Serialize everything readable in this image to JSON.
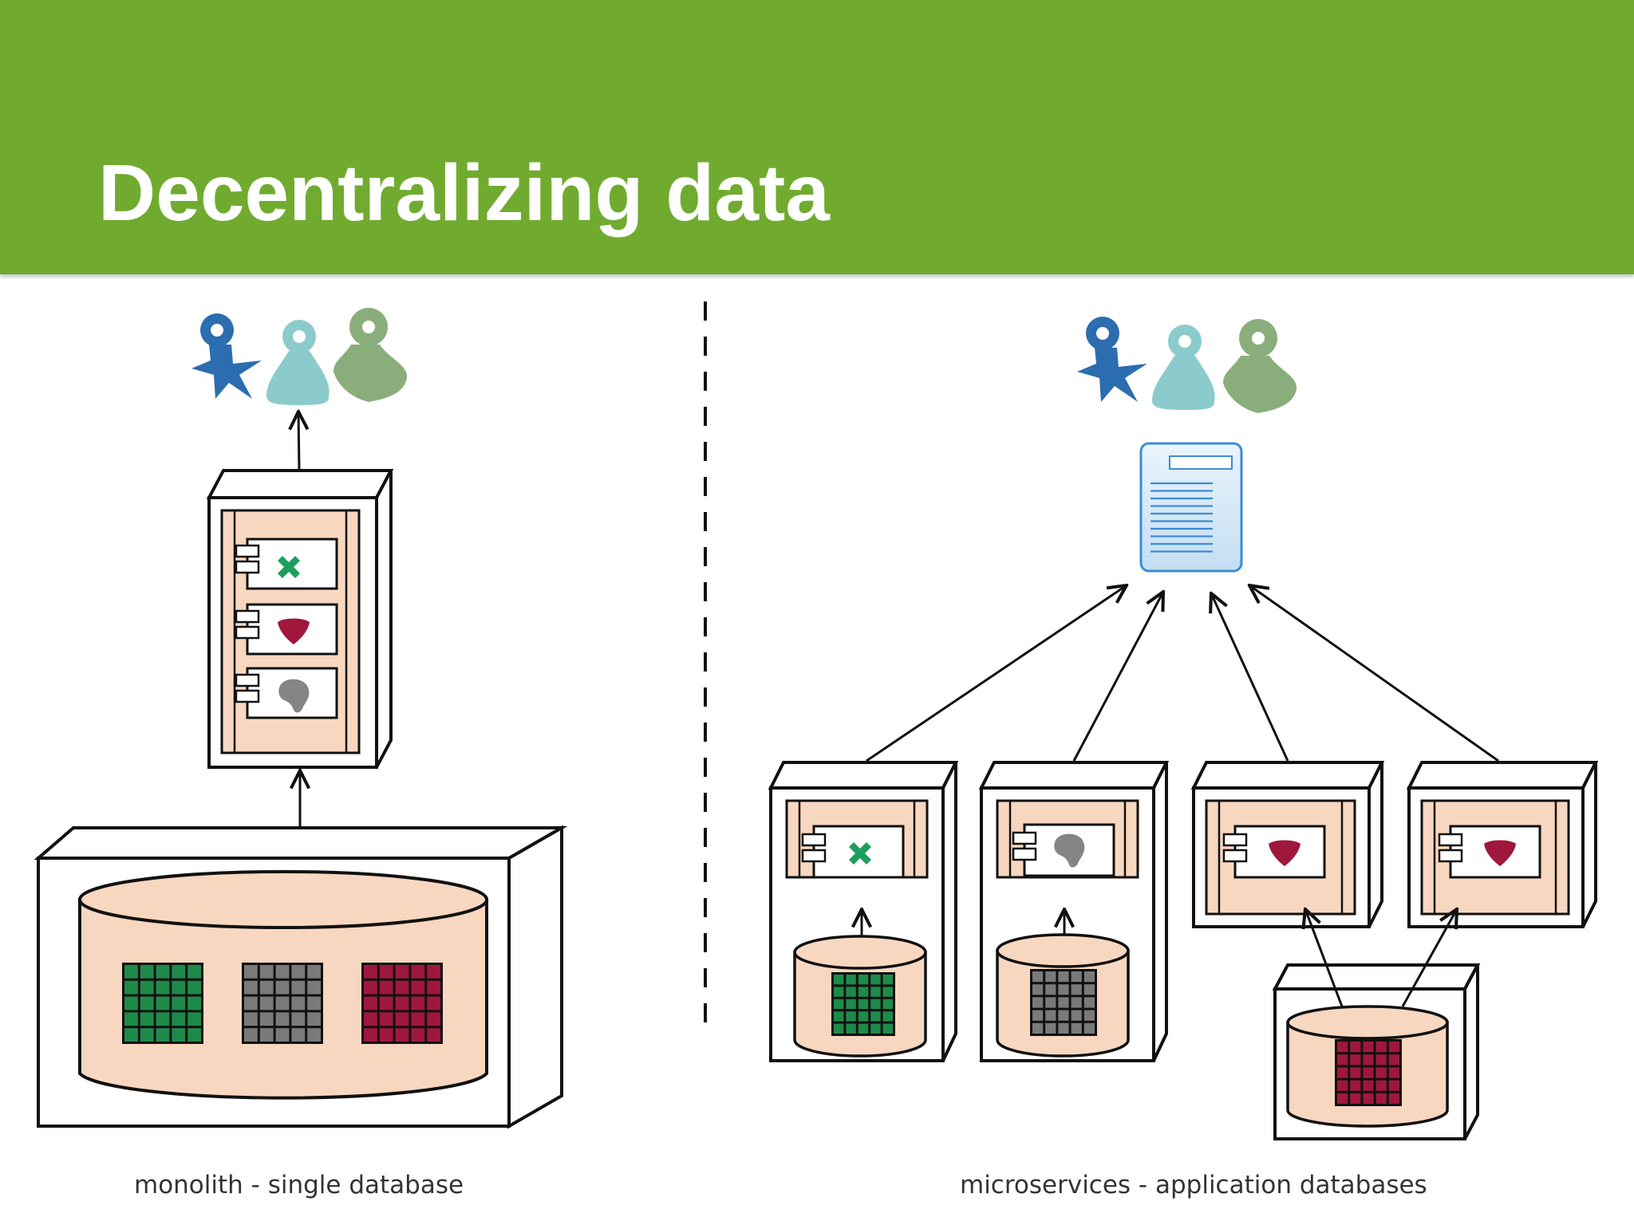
{
  "slide": {
    "title": "Decentralizing data",
    "captions": {
      "left": "monolith - single database",
      "right": "microservices - application databases"
    }
  },
  "icons": {
    "users": [
      "user-blue-icon",
      "user-teal-icon",
      "user-green-icon"
    ],
    "component": "component-icon",
    "module_symbols": [
      "cross-icon",
      "heart-icon",
      "blob-icon"
    ],
    "document": "document-icon",
    "data_grid": "data-grid-icon"
  },
  "colors": {
    "header": "#70AB2F",
    "title_text": "#FFFFFF",
    "peach": "#F8D7C0",
    "grid_green": "#1E8A4A",
    "grid_gray": "#7A7A7A",
    "grid_crimson": "#A0173E",
    "user_blue": "#2B6DAF",
    "user_teal": "#8CCBCB",
    "user_green": "#8AAE7B",
    "document_blue": "#3B8CD6"
  }
}
